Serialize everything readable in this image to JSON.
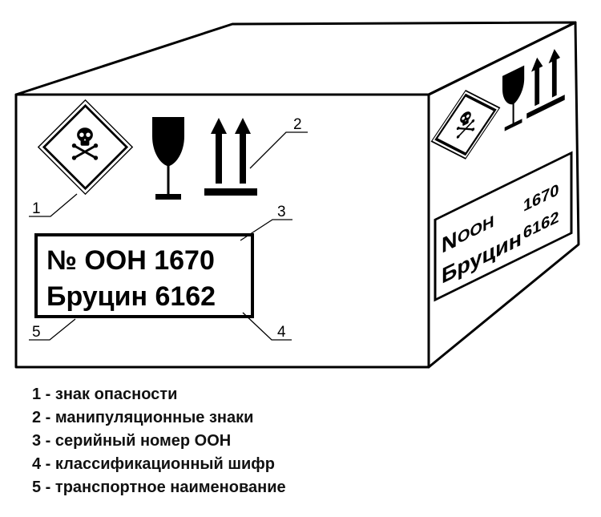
{
  "box": {
    "front_label": {
      "line1": "№ ООН 1670",
      "line2": "Бруцин 6162"
    },
    "side_label": {
      "prefix": "N",
      "oon": "ООН",
      "code1": "1670",
      "name": "Бруцин",
      "code2": "6162"
    }
  },
  "callouts": [
    "1",
    "2",
    "3",
    "4",
    "5"
  ],
  "legend": [
    {
      "num": "1",
      "text": "1 - знак опасности"
    },
    {
      "num": "2",
      "text": "2 - манипуляционные знаки"
    },
    {
      "num": "3",
      "text": "3 - серийный номер ООН"
    },
    {
      "num": "4",
      "text": "4 - классификационный шифр"
    },
    {
      "num": "5",
      "text": "5 - транспортное наименование"
    }
  ],
  "icons": [
    "skull-crossbones-icon",
    "fragile-glass-icon",
    "this-way-up-arrows-icon"
  ],
  "colors": {
    "stroke": "#000000",
    "background": "#ffffff"
  }
}
